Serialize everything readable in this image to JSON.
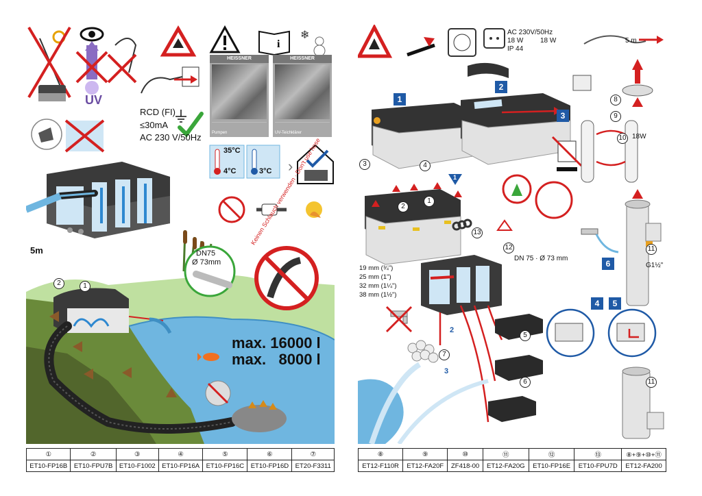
{
  "left": {
    "uv_label": "UV",
    "rcd_line1": "RCD (FI)",
    "rcd_line2": "≤30mA",
    "rcd_line3": "AC 230 V/50Hz",
    "card_brand": "HEISSNER",
    "card1_title": "Pumpen",
    "card2_title": "UV-Teichklärer",
    "temp_high": "35°C",
    "temp_low": "4°C",
    "temp_min": "3°C",
    "hose_length": "5m",
    "dn_line1": "DN75",
    "dn_line2": "Ø 73mm",
    "hose_warning": "Keinen Schlauch verwenden · Don't use hose",
    "max1": "max. 16000 l",
    "max2": "max.   8000 l",
    "callout_1": "1",
    "callout_2": "2"
  },
  "right": {
    "power_spec1": "AC 230V/50Hz",
    "power_spec2a": "18 W",
    "power_spec2b": "18 W",
    "power_spec3": "IP 44",
    "cable_length": "5 m",
    "step_labels": [
      "1",
      "2",
      "3",
      "4",
      "5"
    ],
    "triangle_labels": [
      "1",
      "2",
      "3"
    ],
    "callouts": [
      "3",
      "4",
      "1",
      "2",
      "5",
      "6",
      "7",
      "8",
      "9",
      "10",
      "11",
      "12",
      "13"
    ],
    "uv_power": "18W",
    "dn_spec": "DN 75 · Ø 73 mm",
    "hose_sizes": [
      "19 mm (¾\")",
      "25 mm (1\")",
      "32 mm (1¼\")",
      "38 mm (1½\")"
    ],
    "thread": "G1½\"",
    "step6": "6"
  },
  "parts_left": {
    "headers": [
      "①",
      "②",
      "③",
      "④",
      "⑤",
      "⑥",
      "⑦"
    ],
    "codes": [
      "ET10-FP16B",
      "ET10-FPU7B",
      "ET10-F1002",
      "ET10-FP16A",
      "ET10-FP16C",
      "ET10-FP16D",
      "ET20-F3311"
    ]
  },
  "parts_right": {
    "headers": [
      "⑧",
      "⑨",
      "⑩",
      "⑪",
      "⑫",
      "⑬",
      "⑧+⑨+⑩+⑪"
    ],
    "codes": [
      "ET12-F110R",
      "ET12-FA20F",
      "ZF418-00",
      "ET12-FA20G",
      "ET10-FP16E",
      "ET10-FPU7D",
      "ET12-FA200"
    ]
  },
  "colors": {
    "accent_blue": "#1f5aa6",
    "warning_red": "#d42020",
    "check_green": "#3aa63a",
    "water": "#6fb6e0",
    "grass": "#5f9a2c"
  }
}
